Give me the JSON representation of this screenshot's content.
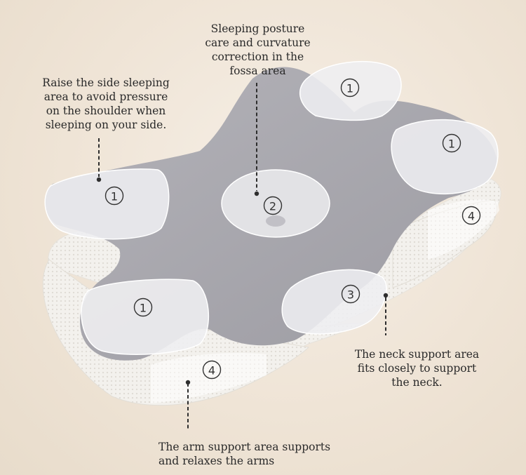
{
  "callouts": {
    "fossa": [
      "Sleeping posture",
      "care and curvature",
      "correction in the",
      "fossa area"
    ],
    "side": [
      "Raise the side sleeping",
      "area to avoid pressure",
      "on the shoulder when",
      "sleeping on your side."
    ],
    "neck": [
      "The neck support area",
      "fits closely to support",
      "the neck."
    ],
    "arm": [
      "The arm support area supports",
      "and relaxes the arms"
    ]
  },
  "badges": {
    "b1": "1",
    "b2": "2",
    "b3": "3",
    "b4": "4"
  },
  "colors": {
    "pillow_gray": "#a8a7ad",
    "overlay_white": "#f1f1f3",
    "mesh_white": "#f2f0ec",
    "text": "#2a2a2a"
  }
}
